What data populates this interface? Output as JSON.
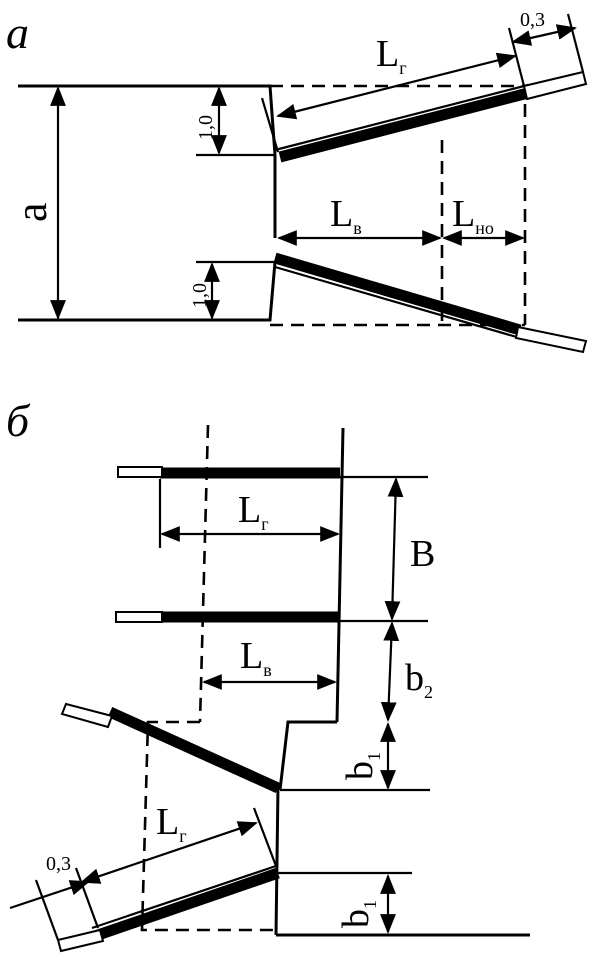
{
  "panel_a": {
    "letter": "а",
    "dim_alpha": "a",
    "dim_upper": "1,0",
    "dim_lower": "1,0",
    "dim_top_right": "0,3",
    "L_g": "L",
    "L_g_sub": "г",
    "L_v": "L",
    "L_v_sub": "в",
    "L_no": "L",
    "L_no_sub": "но"
  },
  "panel_b": {
    "letter": "б",
    "L_g_top": "L",
    "L_g_top_sub": "г",
    "B": "B",
    "L_v": "L",
    "L_v_sub": "в",
    "b2": "b",
    "b2_sub": "2",
    "b1_upper": "b",
    "b1_upper_sub": "1",
    "L_g_bottom": "L",
    "L_g_bottom_sub": "г",
    "dim_bottom_left": "0,3",
    "b1_lower": "b",
    "b1_lower_sub": "1"
  }
}
